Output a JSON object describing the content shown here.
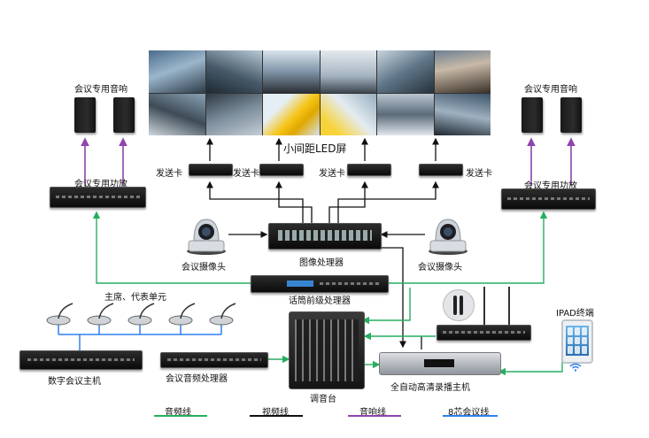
{
  "led_screen": {
    "label": "小间距LED屏"
  },
  "devices": {
    "speaker_left_label": "会议专用音响",
    "speaker_right_label": "会议专用音响",
    "amp_left_label": "会议专用功放",
    "amp_right_label": "会议专用功放",
    "sender_labels": [
      "发送卡",
      "发送卡",
      "发送卡",
      "发送卡"
    ],
    "camera_left_label": "会议摄像头",
    "camera_right_label": "会议摄像头",
    "image_processor_label": "图像处理器",
    "mic_preamp_label": "话筒前级处理器",
    "delegate_units_label": "主席、代表单元",
    "conference_host_label": "数字会议主机",
    "audio_processor_label": "会议音频处理器",
    "mixer_label": "调音台",
    "recorder_label": "全自动高清录播主机",
    "ipad_label": "IPAD终端"
  },
  "legend": [
    {
      "label": "音频线",
      "color": "#27ae60"
    },
    {
      "label": "视频线",
      "color": "#111111"
    },
    {
      "label": "音响线",
      "color": "#8e44ad"
    },
    {
      "label": "8芯会议线",
      "color": "#2f80ed"
    }
  ],
  "colors": {
    "audio": "#27ae60",
    "video": "#111111",
    "speaker": "#8e44ad",
    "conference": "#2f80ed"
  }
}
